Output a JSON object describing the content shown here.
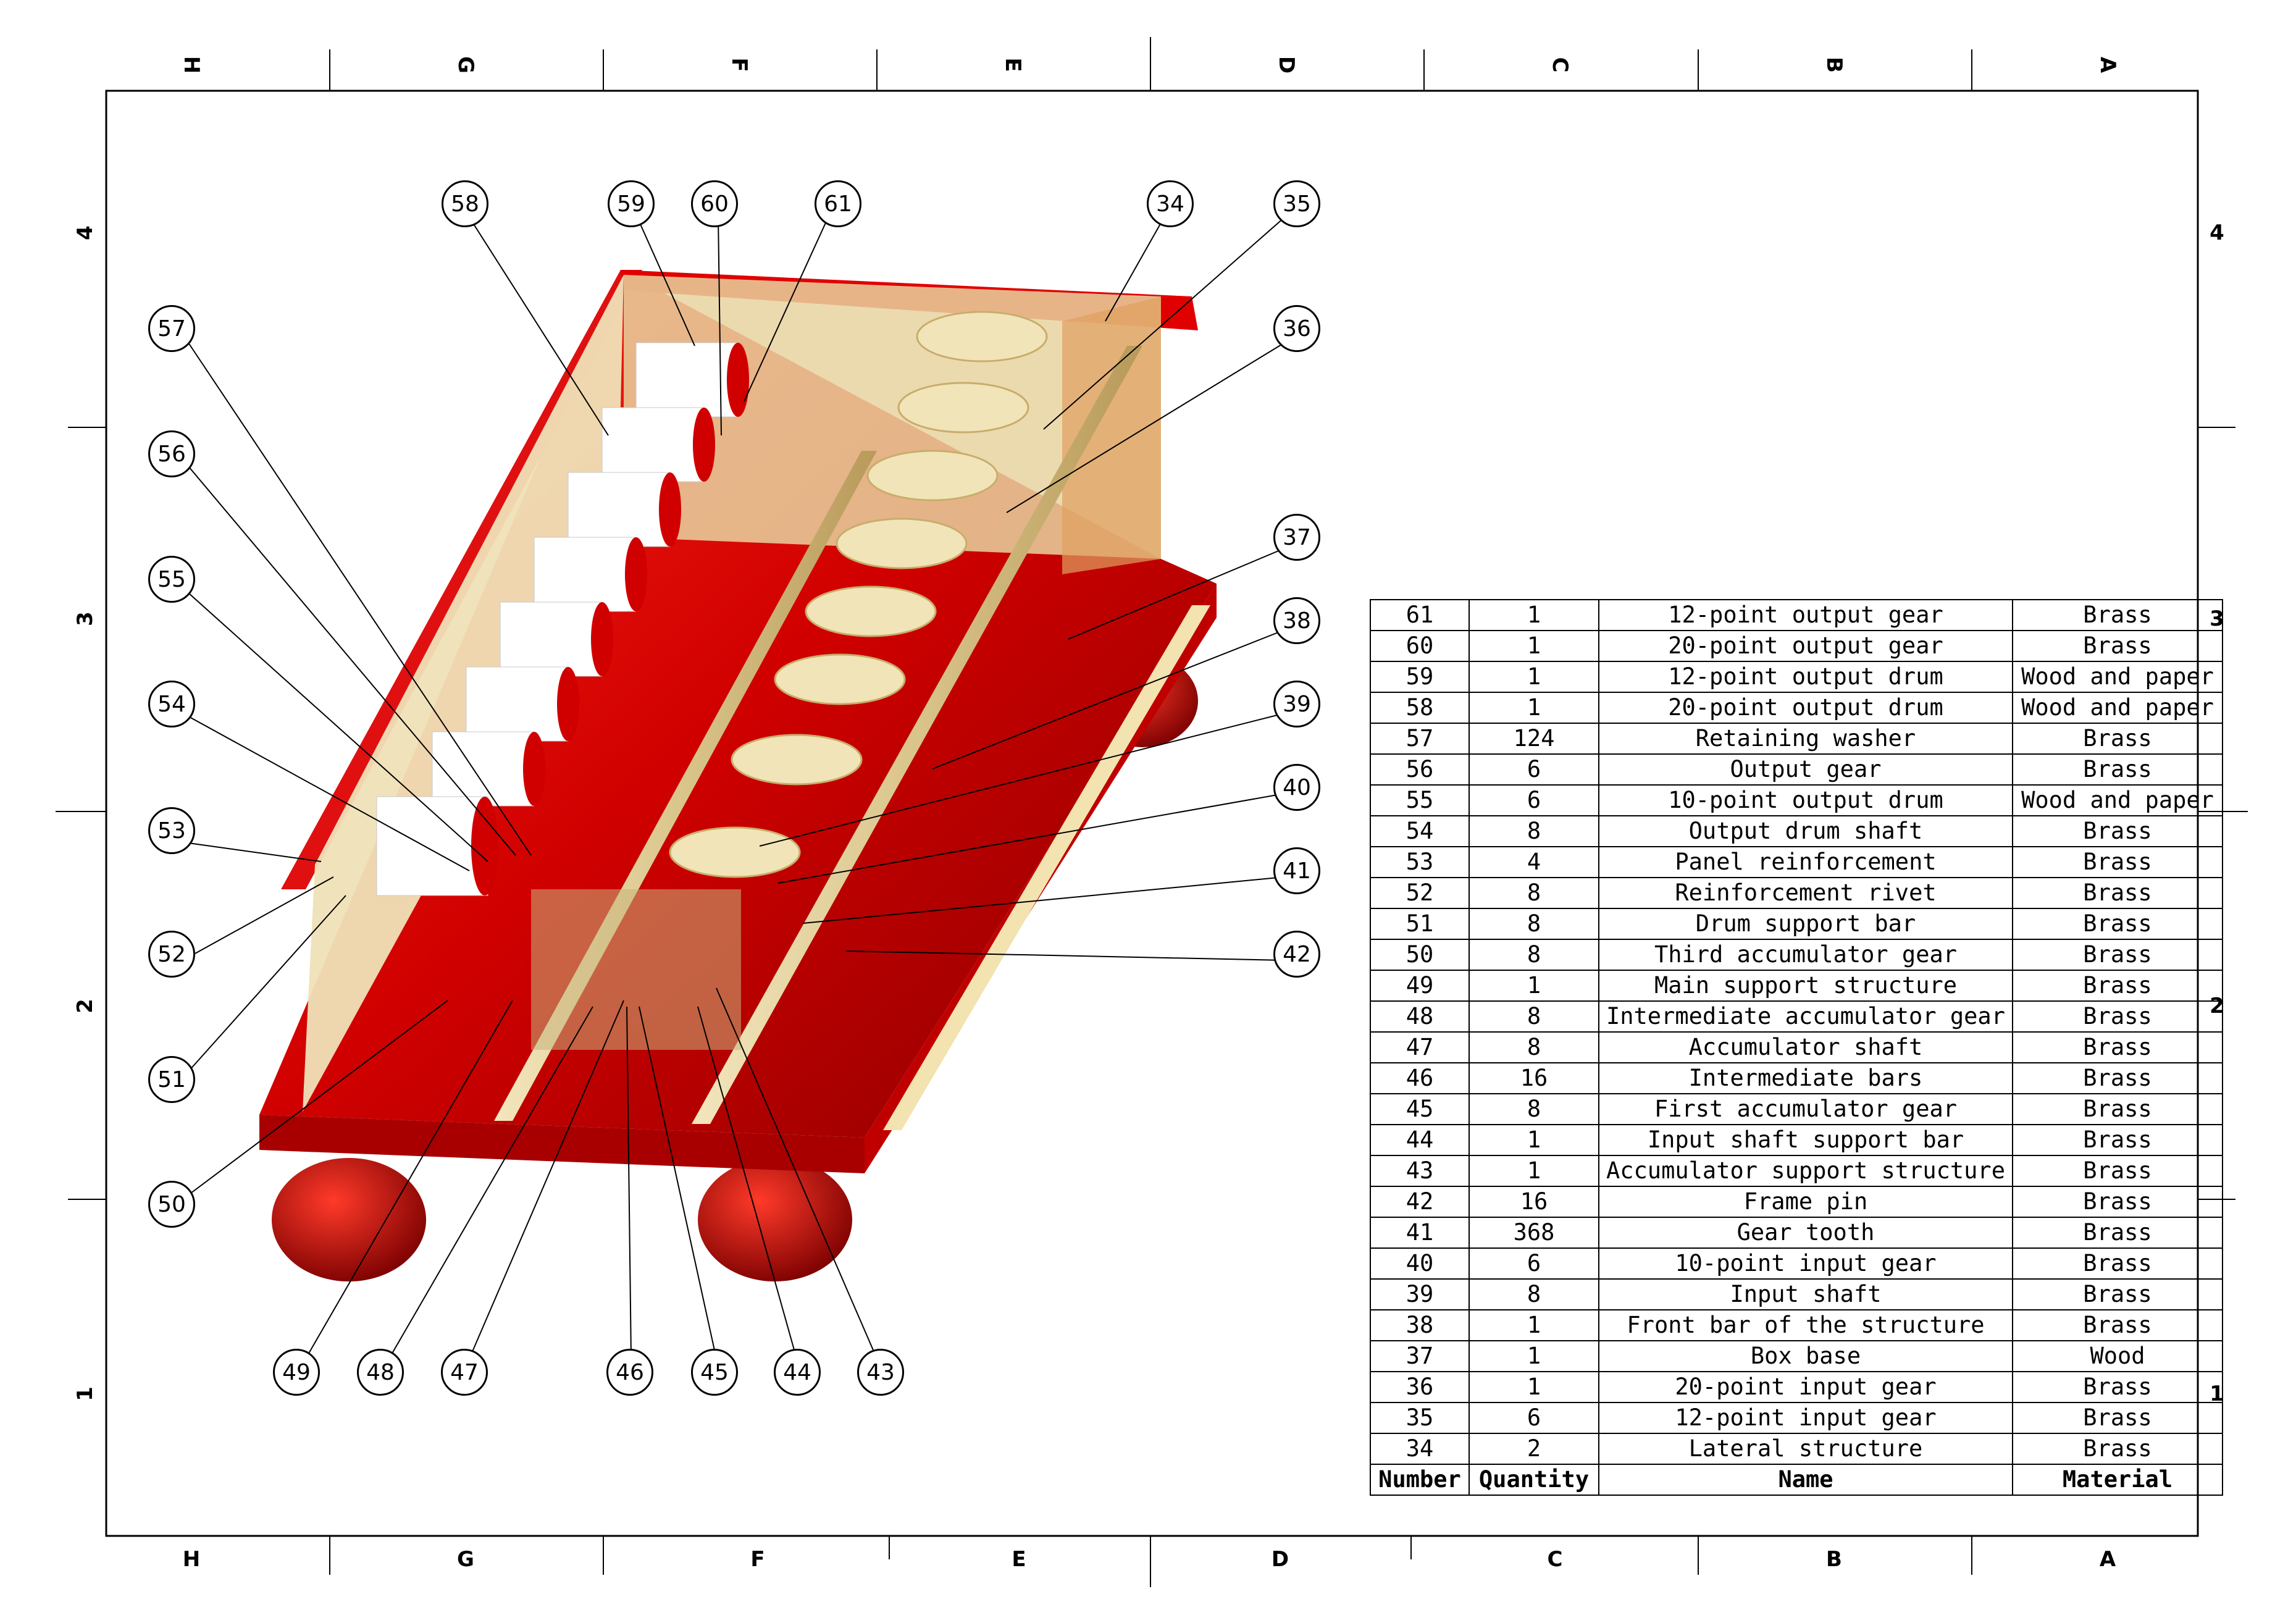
{
  "sheet": {
    "zones_columns": [
      "H",
      "G",
      "F",
      "E",
      "D",
      "C",
      "B",
      "A"
    ],
    "zones_rows": [
      "4",
      "3",
      "2",
      "1"
    ],
    "frame_color": "#000000"
  },
  "assembly": {
    "base_color": "#d10000",
    "frame_color": "#e8d9a8",
    "callouts_top": [
      "58",
      "59",
      "60",
      "61",
      "34",
      "35"
    ],
    "callouts_right": [
      "36",
      "37",
      "38",
      "39",
      "40",
      "41",
      "42"
    ],
    "callouts_left": [
      "57",
      "56",
      "55",
      "54",
      "53",
      "52",
      "51",
      "50"
    ],
    "callouts_bottom": [
      "49",
      "48",
      "47",
      "46",
      "45",
      "44",
      "43"
    ]
  },
  "bom": {
    "header": {
      "number": "Number",
      "quantity": "Quantity",
      "name": "Name",
      "material": "Material"
    },
    "rows": [
      {
        "number": "61",
        "quantity": "1",
        "name": "12-point output gear",
        "material": "Brass"
      },
      {
        "number": "60",
        "quantity": "1",
        "name": "20-point output gear",
        "material": "Brass"
      },
      {
        "number": "59",
        "quantity": "1",
        "name": "12-point output drum",
        "material": "Wood and paper"
      },
      {
        "number": "58",
        "quantity": "1",
        "name": "20-point output drum",
        "material": "Wood and paper"
      },
      {
        "number": "57",
        "quantity": "124",
        "name": "Retaining washer",
        "material": "Brass"
      },
      {
        "number": "56",
        "quantity": "6",
        "name": "Output gear",
        "material": "Brass"
      },
      {
        "number": "55",
        "quantity": "6",
        "name": "10-point output drum",
        "material": "Wood and paper"
      },
      {
        "number": "54",
        "quantity": "8",
        "name": "Output drum shaft",
        "material": "Brass"
      },
      {
        "number": "53",
        "quantity": "4",
        "name": "Panel reinforcement",
        "material": "Brass"
      },
      {
        "number": "52",
        "quantity": "8",
        "name": "Reinforcement rivet",
        "material": "Brass"
      },
      {
        "number": "51",
        "quantity": "8",
        "name": "Drum support bar",
        "material": "Brass"
      },
      {
        "number": "50",
        "quantity": "8",
        "name": "Third accumulator gear",
        "material": "Brass"
      },
      {
        "number": "49",
        "quantity": "1",
        "name": "Main support structure",
        "material": "Brass"
      },
      {
        "number": "48",
        "quantity": "8",
        "name": "Intermediate accumulator gear",
        "material": "Brass"
      },
      {
        "number": "47",
        "quantity": "8",
        "name": "Accumulator shaft",
        "material": "Brass"
      },
      {
        "number": "46",
        "quantity": "16",
        "name": "Intermediate bars",
        "material": "Brass"
      },
      {
        "number": "45",
        "quantity": "8",
        "name": "First accumulator gear",
        "material": "Brass"
      },
      {
        "number": "44",
        "quantity": "1",
        "name": "Input shaft support bar",
        "material": "Brass"
      },
      {
        "number": "43",
        "quantity": "1",
        "name": "Accumulator support structure",
        "material": "Brass"
      },
      {
        "number": "42",
        "quantity": "16",
        "name": "Frame pin",
        "material": "Brass"
      },
      {
        "number": "41",
        "quantity": "368",
        "name": "Gear tooth",
        "material": "Brass"
      },
      {
        "number": "40",
        "quantity": "6",
        "name": "10-point input gear",
        "material": "Brass"
      },
      {
        "number": "39",
        "quantity": "8",
        "name": "Input shaft",
        "material": "Brass"
      },
      {
        "number": "38",
        "quantity": "1",
        "name": "Front bar of the structure",
        "material": "Brass"
      },
      {
        "number": "37",
        "quantity": "1",
        "name": "Box base",
        "material": "Wood"
      },
      {
        "number": "36",
        "quantity": "1",
        "name": "20-point input gear",
        "material": "Brass"
      },
      {
        "number": "35",
        "quantity": "6",
        "name": "12-point input gear",
        "material": "Brass"
      },
      {
        "number": "34",
        "quantity": "2",
        "name": "Lateral structure",
        "material": "Brass"
      }
    ]
  }
}
